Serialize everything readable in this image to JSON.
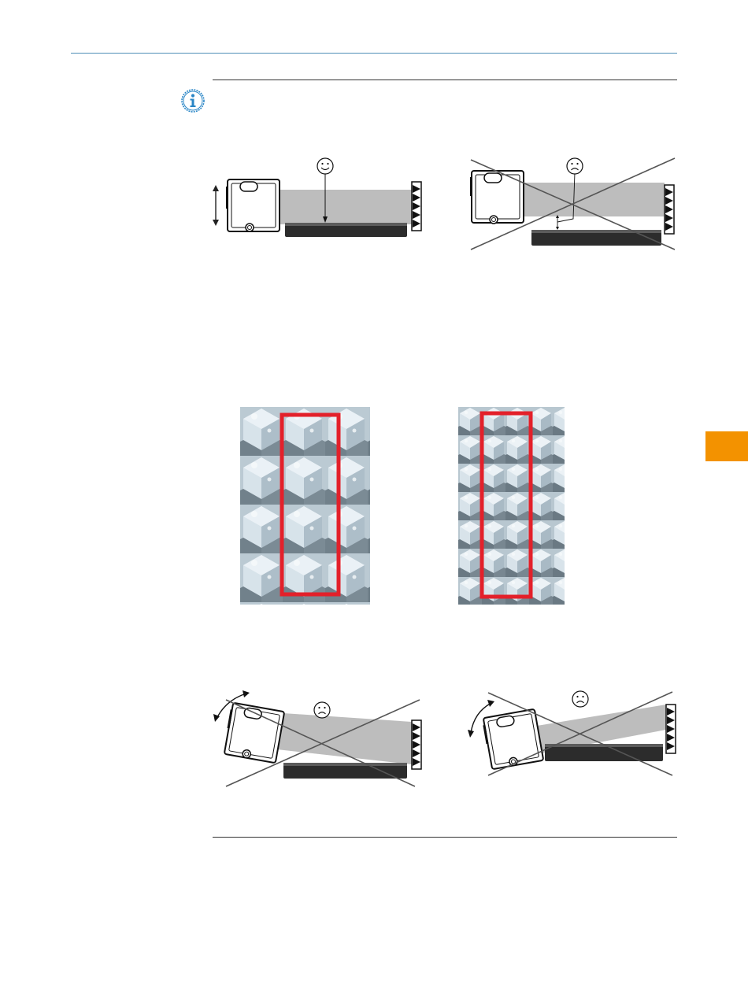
{
  "header": {
    "rule_color": "#4f8fb7"
  },
  "note": {
    "icon": "info-icon",
    "icon_color": "#2a86c6"
  },
  "side_tab": {
    "color": "#f39200"
  },
  "figures": {
    "correct": {
      "face": "smile"
    },
    "incorrect_offset": {
      "face": "frown",
      "crossed_out": true
    },
    "incorrect_tilt_up": {
      "face": "frown",
      "crossed_out": true
    },
    "incorrect_tilt_down": {
      "face": "frown",
      "crossed_out": true
    }
  },
  "reflector_photos": [
    {
      "name": "reflector-coarse",
      "highlight_color": "#e3202a"
    },
    {
      "name": "reflector-fine",
      "highlight_color": "#e3202a"
    }
  ]
}
